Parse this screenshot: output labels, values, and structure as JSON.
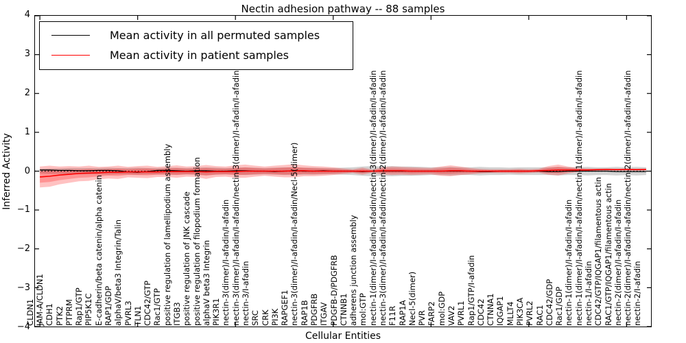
{
  "title": "Nectin adhesion pathway -- 88 samples",
  "axes": {
    "xlabel": "Cellular Entities",
    "ylabel": "Inferred Activity",
    "yticks": [
      "4",
      "3",
      "2",
      "1",
      "0",
      "−1",
      "−2",
      "−3",
      "−4"
    ]
  },
  "legend": {
    "items": [
      {
        "label": "Mean activity in all permuted samples",
        "color": "#000000"
      },
      {
        "label": "Mean activity in patient samples",
        "color": "#ff0000"
      }
    ]
  },
  "colors": {
    "permuted_line": "#000000",
    "patient_line": "#ff0000",
    "patient_band": "rgba(255,0,0,0.24)",
    "permuted_band": "rgba(128,128,128,0.35)",
    "zero_line": "#000000"
  },
  "chart_data": {
    "type": "line",
    "title": "Nectin adhesion pathway -- 88 samples",
    "xlabel": "Cellular Entities",
    "ylabel": "Inferred Activity",
    "ylim": [
      -4,
      4
    ],
    "grid": false,
    "legend_position": "upper left",
    "zero_reference_line": true,
    "x_tick_step": 10,
    "categories": [
      "CLDN1",
      "JAM-A/CLDN1",
      "CDH1",
      "PTK2",
      "PTPRM",
      "Rap1/GTP",
      "PIP5K1C",
      "E-cadherin/beta catenin/alpha catenin",
      "RAP1/GDP",
      "alphaV/beta3 Integrin/Talin",
      "PVRL3",
      "TLN1",
      "CDC42/GTP",
      "Rac1/GTP",
      "positive regulation of lamellipodium assembly",
      "ITGB3",
      "positive regulation of JNK cascade",
      "positive regulation of filopodium formation",
      "alphaV beta3 Integrin",
      "PIK3R1",
      "nectin-3(dimer)/I-afadin/I-afadin",
      "nectin-3(dimer)/I-afadin/I-afadin/nectin-3(dimer)/I-afadin/I-afadin",
      "nectin-3/I-afadin",
      "SRC",
      "CRK",
      "PI3K",
      "RAPGEF1",
      "nectin-3(dimer)/I-afadin/I-afadin/Necl-5(dimer)",
      "RAP1B",
      "PDGFRB",
      "ITGAV",
      "PDGFB-D/PDGFRB",
      "CTNNB1",
      "adherens junction assembly",
      "mol:GTP",
      "nectin-1(dimer)/I-afadin/I-afadin/nectin-3(dimer)/I-afadin/I-afadin",
      "nectin-3(dimer)/I-afadin/I-afadin/nectin-2(dimer)/I-afadin/I-afadin",
      "F11R",
      "RAP1A",
      "Necl-5(dimer)",
      "PVR",
      "FARP2",
      "mol:GDP",
      "VAV2",
      "PVRL1",
      "Rap1/GTP/I-afadin",
      "CDC42",
      "CTNNA1",
      "IQGAP1",
      "MLLT4",
      "PIK3CA",
      "PVRL2",
      "RAC1",
      "CDC42/GDP",
      "Rac1/GDP",
      "nectin-1(dimer)/I-afadin/I-afadin",
      "nectin-1(dimer)/I-afadin/I-afadin/nectin-1(dimer)/I-afadin/I-afadin",
      "nectin-1/I-afadin",
      "CDC42/GTP/IQGAP1/filamentous actin",
      "RAC1/GTP/IQGAP1/filamentous actin",
      "nectin-2(dimer)/I-afadin/I-afadin",
      "nectin-2(dimer)/I-afadin/I-afadin/nectin-2(dimer)/I-afadin/I-afadin",
      "nectin-2/I-afadin"
    ],
    "series": [
      {
        "name": "Mean activity in all permuted samples",
        "color": "#000000",
        "values": [
          0.03,
          0.03,
          0.02,
          0.02,
          0.01,
          0.01,
          0.02,
          0.02,
          0.01,
          -0.02,
          -0.03,
          -0.01,
          0.02,
          0.02,
          0.01,
          0.0,
          0.01,
          0.01,
          0.0,
          0.0,
          0.01,
          0.01,
          0.0,
          0.0,
          -0.01,
          0.0,
          0.01,
          0.0,
          0.0,
          0.01,
          0.0,
          0.0,
          0.0,
          -0.01,
          0.0,
          0.0,
          0.0,
          0.0,
          0.0,
          0.0,
          0.0,
          0.0,
          0.0,
          0.0,
          0.0,
          -0.01,
          -0.01,
          0.0,
          0.0,
          0.0,
          0.0,
          0.0,
          -0.01,
          -0.01,
          0.0,
          0.0,
          0.0,
          0.0,
          0.0,
          -0.01,
          -0.01,
          -0.01,
          -0.01
        ]
      },
      {
        "name": "Mean activity in patient samples",
        "color": "#ff0000",
        "values": [
          -0.15,
          -0.13,
          -0.1,
          -0.08,
          -0.06,
          -0.05,
          -0.04,
          -0.03,
          -0.03,
          -0.02,
          -0.02,
          -0.02,
          -0.02,
          -0.01,
          -0.01,
          -0.01,
          -0.01,
          -0.02,
          -0.01,
          -0.01,
          -0.01,
          0,
          0,
          0,
          0,
          0,
          0.01,
          0.01,
          0,
          0,
          0,
          0,
          0,
          0,
          0,
          0.01,
          0.01,
          0.01,
          0,
          0,
          0,
          0,
          0.01,
          0.01,
          0,
          0,
          0,
          0,
          0,
          0,
          0,
          0.01,
          0.02,
          0.03,
          0.03,
          0.03,
          0.03,
          0.04,
          0.04,
          0.04,
          0.04,
          0.04,
          0.04
        ]
      }
    ],
    "bands": [
      {
        "name": "patient-samples-spread",
        "color": "rgba(255,0,0,0.24)",
        "inner_scale": 0.55,
        "upper": [
          0.12,
          0.14,
          0.12,
          0.13,
          0.12,
          0.14,
          0.11,
          0.12,
          0.14,
          0.11,
          0.13,
          0.14,
          0.11,
          0.13,
          0.15,
          0.12,
          0.13,
          0.16,
          0.13,
          0.12,
          0.15,
          0.17,
          0.14,
          0.12,
          0.14,
          0.16,
          0.18,
          0.15,
          0.13,
          0.12,
          0.1,
          0.07,
          0.05,
          0.09,
          0.04,
          0.1,
          0.12,
          0.11,
          0.1,
          0.09,
          0.08,
          0.12,
          0.15,
          0.12,
          0.08,
          0.06,
          0.05,
          0.05,
          0.05,
          0.06,
          0.05,
          0.06,
          0.13,
          0.17,
          0.12,
          0.08,
          0.07,
          0.06,
          0.07,
          0.06,
          0.07,
          0.06,
          0.07
        ],
        "lower": [
          -0.42,
          -0.4,
          -0.34,
          -0.3,
          -0.26,
          -0.25,
          -0.21,
          -0.19,
          -0.2,
          -0.16,
          -0.17,
          -0.18,
          -0.15,
          -0.15,
          -0.17,
          -0.14,
          -0.15,
          -0.2,
          -0.15,
          -0.14,
          -0.17,
          -0.17,
          -0.14,
          -0.12,
          -0.14,
          -0.16,
          -0.16,
          -0.13,
          -0.13,
          -0.12,
          -0.1,
          -0.07,
          -0.05,
          -0.09,
          -0.04,
          -0.08,
          -0.1,
          -0.09,
          -0.1,
          -0.09,
          -0.08,
          -0.12,
          -0.13,
          -0.1,
          -0.08,
          -0.06,
          -0.05,
          -0.05,
          -0.05,
          -0.06,
          -0.05,
          -0.04,
          -0.09,
          -0.11,
          -0.06,
          -0.02,
          0.0,
          0.01,
          0.02,
          0.01,
          0.02,
          0.01,
          0.02
        ]
      },
      {
        "name": "permuted-samples-spread",
        "color": "rgba(128,128,128,0.35)",
        "halfwidth": [
          0.06,
          0.07,
          0.07,
          0.08,
          0.08,
          0.08,
          0.08,
          0.09,
          0.08,
          0.08,
          0.09,
          0.08,
          0.08,
          0.09,
          0.09,
          0.08,
          0.09,
          0.1,
          0.09,
          0.08,
          0.09,
          0.1,
          0.09,
          0.08,
          0.09,
          0.1,
          0.1,
          0.09,
          0.09,
          0.08,
          0.08,
          0.09,
          0.1,
          0.12,
          0.13,
          0.12,
          0.13,
          0.12,
          0.12,
          0.11,
          0.1,
          0.1,
          0.11,
          0.1,
          0.1,
          0.11,
          0.1,
          0.1,
          0.09,
          0.1,
          0.1,
          0.1,
          0.1,
          0.11,
          0.1,
          0.1,
          0.11,
          0.1,
          0.1,
          0.11,
          0.1,
          0.11,
          0.1
        ]
      }
    ]
  }
}
